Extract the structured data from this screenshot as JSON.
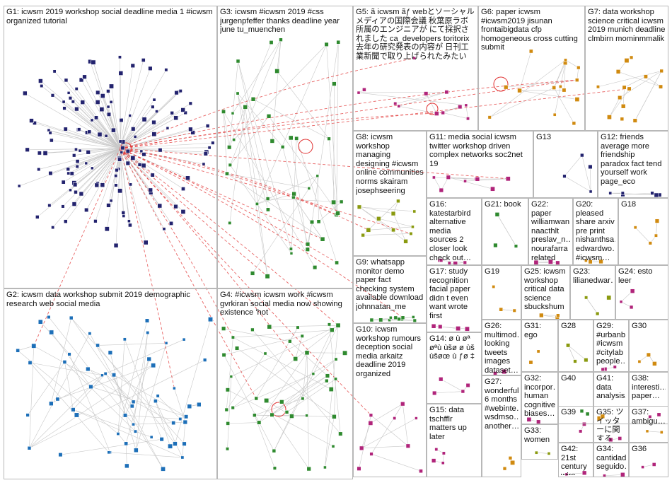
{
  "title": "#icwsm network graph",
  "colors": {
    "edge_gray": "#c8c8c8",
    "edge_red": "#e03030",
    "border": "#b8b8b8",
    "text": "#111111",
    "node_navy": "#23236e",
    "node_blue": "#1d6fb8",
    "node_green": "#2f8a2f",
    "node_magenta": "#b0247a",
    "node_orange": "#d08a10",
    "node_olive": "#8a9a10",
    "node_purple": "#6a3aa0"
  },
  "groups": [
    {
      "id": "G1",
      "label": "G1: icwsm 2019 workshop social deadline media 1 #icwsm organized tutorial",
      "color": "#23236e",
      "nodes": 150
    },
    {
      "id": "G2",
      "label": "G2: icwsm data workshop submit 2019 demographic research web social media",
      "color": "#1d6fb8",
      "nodes": 60
    },
    {
      "id": "G3",
      "label": "G3: icwsm #icwsm 2019 #css jurgenpfeffer thanks deadline year june tu_muenchen",
      "color": "#2f8a2f",
      "nodes": 45
    },
    {
      "id": "G4",
      "label": "G4: #icwsm icwsm work #icwsm gvrkiran social media now showing existence 'hot",
      "color": "#2f8a2f",
      "nodes": 45
    },
    {
      "id": "G5",
      "label": "G5: ã icwsm ãƒ webとソーシャルメディアの国際会議 秋葉原ラボ所属のエンジニアが にて採択されました ca_developers toritorix 去年の研究発表の内容が 日刊工業新聞で取り上げられたみたい",
      "color": "#b0247a",
      "nodes": 12
    },
    {
      "id": "G6",
      "label": "G6: paper icwsm #icwsm2019 jisunan frontaibigdata cfp homogeneous cross cutting submit",
      "color": "#d08a10",
      "nodes": 14
    },
    {
      "id": "G7",
      "label": "G7: data workshop science critical icwsm 2019 munich deadline clmbirn mominmmalik",
      "color": "#d08a10",
      "nodes": 14
    },
    {
      "id": "G8",
      "label": "G8: icwsm workshop managing designing #icwsm online communities norms skairam josephseering",
      "color": "#8a9a10",
      "nodes": 12
    },
    {
      "id": "G9",
      "label": "G9: whatsapp monitor demo paper fact checking system available download johnnatan_me",
      "color": "#2f8a2f",
      "nodes": 10
    },
    {
      "id": "G10",
      "label": "G10: icwsm workshop rumours deception social media arkaitz deadline 2019 organized",
      "color": "#b0247a",
      "nodes": 10
    },
    {
      "id": "G11",
      "label": "G11: media social icwsm twitter workshop driven complex networks soc2net 19",
      "color": "#b0247a",
      "nodes": 8
    },
    {
      "id": "G12",
      "label": "G12: friends average more friendship paradox fact tend yourself work page_eco",
      "color": "#23236e",
      "nodes": 6
    },
    {
      "id": "G13",
      "label": "G13",
      "color": "#23236e",
      "nodes": 4
    },
    {
      "id": "G14",
      "label": "G14: ø ù øª øªù ùšø ø ùš ùšøœ ù ƒø ‡",
      "color": "#b0247a",
      "nodes": 4
    },
    {
      "id": "G15",
      "label": "G15: data tschfflr matters up later",
      "color": "#b0247a",
      "nodes": 4
    },
    {
      "id": "G16",
      "label": "G16: katestarbird alternative media sources 2 closer look check out…",
      "color": "#b0247a",
      "nodes": 5
    },
    {
      "id": "G17",
      "label": "G17: study recognition facial paper didn t even want wrote first",
      "color": "#b0247a",
      "nodes": 4
    },
    {
      "id": "G18",
      "label": "G18",
      "color": "#d08a10",
      "nodes": 4
    },
    {
      "id": "G19",
      "label": "G19",
      "color": "#d08a10",
      "nodes": 3
    },
    {
      "id": "G20",
      "label": "G20: pleased share arxiv pre print nishanthsa… edwardwo… #icwsm…",
      "color": "#d08a10",
      "nodes": 3
    },
    {
      "id": "G21",
      "label": "G21: book",
      "color": "#2f8a2f",
      "nodes": 3
    },
    {
      "id": "G22",
      "label": "G22: paper williamwan… naacthlt preslav_n… nourafarra related cool very",
      "color": "#b0247a",
      "nodes": 3
    },
    {
      "id": "G23",
      "label": "G23: lilianedwar…",
      "color": "#8a9a10",
      "nodes": 3
    },
    {
      "id": "G24",
      "label": "G24: esto leer",
      "color": "#b0247a",
      "nodes": 3
    },
    {
      "id": "G25",
      "label": "G25: icwsm workshop critical data science sbuckshum",
      "color": "#d08a10",
      "nodes": 3
    },
    {
      "id": "G26",
      "label": "G26: multimod… looking tweets images dataset…",
      "color": "#b0247a",
      "nodes": 3
    },
    {
      "id": "G27",
      "label": "G27: wonderful 6 months #webinte… wsdmso… another…",
      "color": "#d08a10",
      "nodes": 3
    },
    {
      "id": "G28",
      "label": "G28",
      "color": "#8a9a10",
      "nodes": 3
    },
    {
      "id": "G29",
      "label": "G29: #urbanb… #icwsm #citylab people…",
      "color": "#b0247a",
      "nodes": 3
    },
    {
      "id": "G30",
      "label": "G30",
      "color": "#d08a10",
      "nodes": 3
    },
    {
      "id": "G31",
      "label": "G31: ego",
      "color": "#d08a10",
      "nodes": 2
    },
    {
      "id": "G32",
      "label": "G32: incorpor… human cognitive biases…",
      "color": "#b0247a",
      "nodes": 2
    },
    {
      "id": "G33",
      "label": "G33: women",
      "color": "#8a9a10",
      "nodes": 2
    },
    {
      "id": "G34",
      "label": "G34: cantidad seguido…",
      "color": "#b0247a",
      "nodes": 2
    },
    {
      "id": "G35",
      "label": "G35: ツイッターに関するこ…",
      "color": "#b0247a",
      "nodes": 2
    },
    {
      "id": "G36",
      "label": "G36",
      "color": "#b0247a",
      "nodes": 2
    },
    {
      "id": "G37",
      "label": "G37: ambigu…",
      "color": "#d08a10",
      "nodes": 2
    },
    {
      "id": "G38",
      "label": "G38: interesti… paper…",
      "color": "#b0247a",
      "nodes": 2
    },
    {
      "id": "G39",
      "label": "G39",
      "color": "#b0247a",
      "nodes": 2
    },
    {
      "id": "G40",
      "label": "G40",
      "color": "#2f8a2f",
      "nodes": 2
    },
    {
      "id": "G41",
      "label": "G41: data analysis…",
      "color": "#d08a10",
      "nodes": 2
    },
    {
      "id": "G42",
      "label": "G42: 21st century wire…",
      "color": "#b0247a",
      "nodes": 2
    }
  ]
}
